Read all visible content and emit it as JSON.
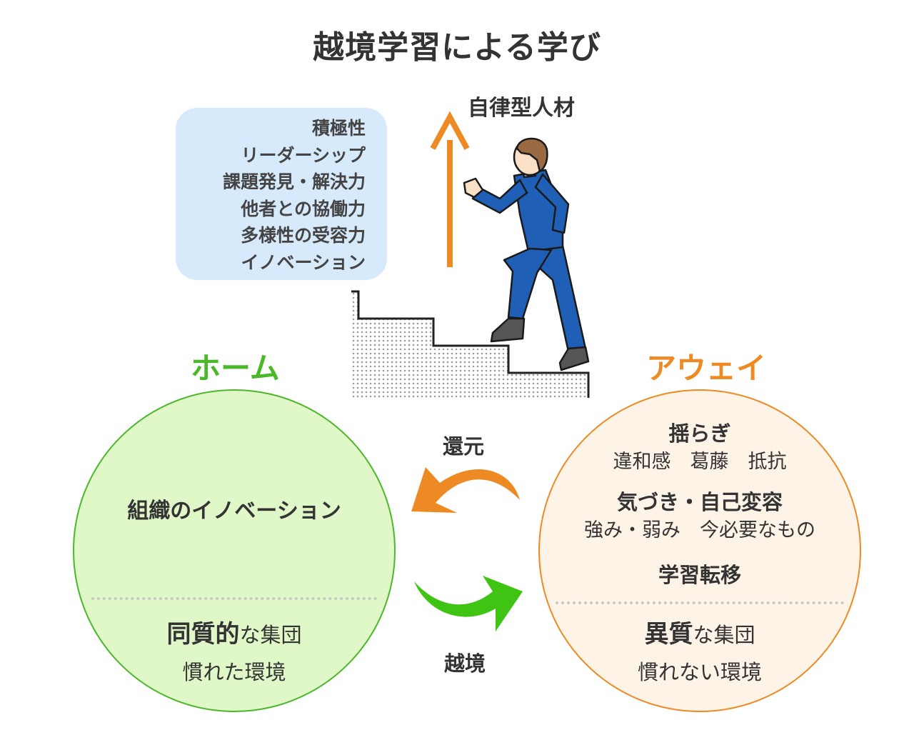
{
  "title": "越境学習による学び",
  "goal_label": "自律型人材",
  "skills": [
    "積極性",
    "リーダーシップ",
    "課題発見・解決力",
    "他者との協働力",
    "多様性の受容力",
    "イノベーション"
  ],
  "home": {
    "label": "ホーム",
    "inner_text": "組織のイノベーション",
    "group_bold": "同質的",
    "group_rest": "な集団",
    "environment": "慣れた環境"
  },
  "away": {
    "label": "アウェイ",
    "item1_title": "揺らぎ",
    "item1_sub": "違和感　葛藤　抵抗",
    "item2_title": "気づき・自己変容",
    "item2_sub": "強み・弱み　今必要なもの",
    "item3_title": "学習転移",
    "group_bold": "異質",
    "group_rest": "な集団",
    "environment": "慣れない環境"
  },
  "arrows": {
    "return_label": "還元",
    "cross_label": "越境"
  },
  "colors": {
    "home_green": "#4bb82a",
    "home_fill": "#e0f7c8",
    "away_orange": "#ee8a23",
    "away_fill": "#fdf3e6",
    "skills_fill": "#d7eafb",
    "suit_blue": "#1f5fb5"
  }
}
